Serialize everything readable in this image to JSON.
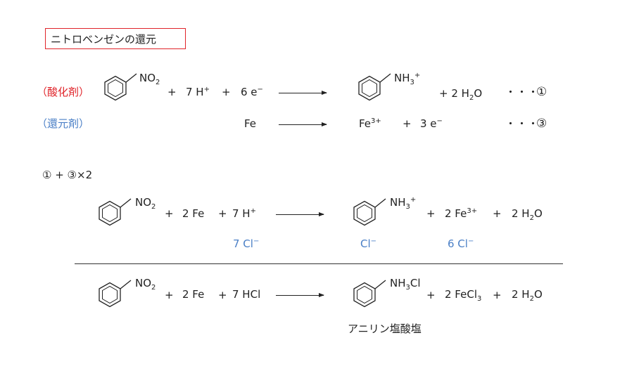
{
  "title": "ニトロベンゼンの還元",
  "half_reactions": {
    "oxidant": {
      "label": "（酸化剤）",
      "nitro": "NO",
      "nitro_sub": "2",
      "plus1": "+",
      "proton": "7 H",
      "proton_sup": "+",
      "plus2": "+",
      "electrons": "6 e",
      "electrons_sup": "−",
      "anilinium": "NH",
      "anilinium_sub": "3",
      "anilinium_sup": "+",
      "water": "+ 2 H",
      "water_sub": "2",
      "water_end": "O",
      "dots": "・・・",
      "tag": "①"
    },
    "reductant": {
      "label": "（還元剤）",
      "iron": "Fe",
      "iron_ion": "Fe",
      "iron_ion_sup": "3+",
      "plus": "+",
      "electrons": "3 e",
      "electrons_sup": "−",
      "dots": "・・・",
      "tag": "③"
    }
  },
  "combination": "① + ③×2",
  "ionic_equation": {
    "nitro": "NO",
    "nitro_sub": "2",
    "plus1": "+",
    "iron": "2 Fe",
    "plus2": "+",
    "proton": "7 H",
    "proton_sup": "+",
    "anilinium": "NH",
    "anilinium_sub": "3",
    "anilinium_sup": "+",
    "plus3": "+",
    "iron_ion": "2 Fe",
    "iron_ion_sup": "3+",
    "plus4": "+",
    "water": "2 H",
    "water_sub": "2",
    "water_end": "O",
    "counter_left": "7 Cl",
    "counter_left_sup": "−",
    "counter_mid": "Cl",
    "counter_mid_sup": "−",
    "counter_right": "6 Cl",
    "counter_right_sup": "−"
  },
  "full_equation": {
    "nitro": "NO",
    "nitro_sub": "2",
    "plus1": "+",
    "iron": "2 Fe",
    "plus2": "+",
    "acid": "7 HCl",
    "salt": "NH",
    "salt_sub": "3",
    "salt_end": "Cl",
    "plus3": "+",
    "iron_chloride": "2 FeCl",
    "iron_chloride_sub": "3",
    "plus4": "+",
    "water": "2 H",
    "water_sub": "2",
    "water_end": "O",
    "product_name": "アニリン塩酸塩"
  },
  "colors": {
    "oxidant": "#e0242a",
    "reductant": "#4a7fc6",
    "title_border": "#e0242a"
  }
}
